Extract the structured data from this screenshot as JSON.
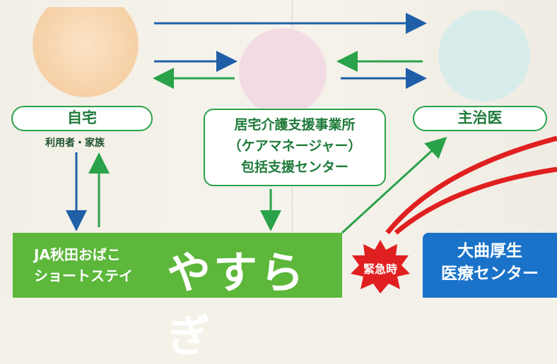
{
  "home": {
    "label": "自宅",
    "sub": "利用者・家族"
  },
  "care_office": {
    "line1": "居宅介護支援事業所",
    "line2": "（ケアマネージャー）",
    "line3": "包括支援センター"
  },
  "doctor": {
    "label": "主治医"
  },
  "facility": {
    "org": "JA秋田おばこ",
    "type": "ショートステイ",
    "name": "やすらぎ"
  },
  "emergency": {
    "label": "緊急時"
  },
  "hospital": {
    "line1": "大曲厚生",
    "line2": "医療センター"
  },
  "colors": {
    "green": "#2aa24a",
    "blue": "#1f5fa8",
    "facility_green": "#5cb73a",
    "hospital_blue": "#1a73c9",
    "red": "#e02020"
  }
}
